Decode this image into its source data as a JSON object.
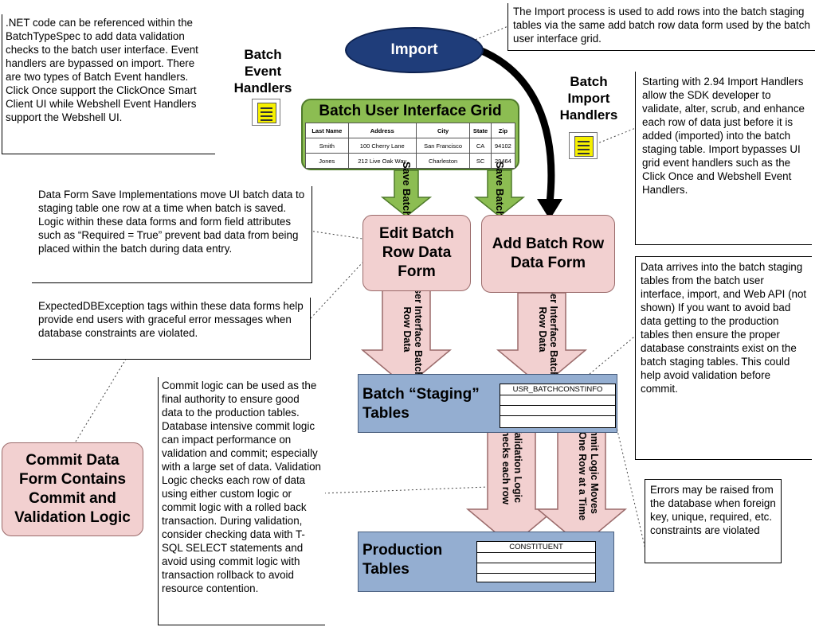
{
  "import_label": "Import",
  "grid": {
    "title": "Batch User Interface Grid",
    "columns": [
      "Last Name",
      "Address",
      "City",
      "State",
      "Zip"
    ],
    "rows": [
      [
        "Smith",
        "100 Cherry Lane",
        "San Francisco",
        "CA",
        "94102"
      ],
      [
        "Jones",
        "212 Live Oak Way",
        "Charleston",
        "SC",
        "29464"
      ]
    ]
  },
  "labels": {
    "batch_event_handlers": "Batch Event Handlers",
    "batch_import_handlers": "Batch Import Handlers",
    "save_batch_1": "Save Batch",
    "save_batch_2": "Save Batch",
    "ui_batch_row_data_1": "User Interface Batch Row Data",
    "ui_batch_row_data_2": "User Interface Batch Row Data",
    "validation_logic": "Validation Logic checks each row",
    "commit_logic": "Commit Logic Moves Data One Row at a Time"
  },
  "boxes": {
    "edit_form": "Edit Batch Row Data Form",
    "add_form": "Add Batch Row Data Form",
    "commit_form": "Commit Data Form Contains Commit and Validation Logic",
    "staging_label": "Batch “Staging” Tables",
    "staging_table": "USR_BATCHCONSTINFO",
    "production_label": "Production Tables",
    "production_table": "CONSTITUENT"
  },
  "notes": {
    "net_code": ".NET code can be referenced within the BatchTypeSpec to add data validation checks to the batch user interface. Event handlers are bypassed on import.  There are two types of Batch Event handlers.  Click Once  support the  ClickOnce Smart Client UI while Webshell Event Handlers support the Webshell UI.",
    "import_process": "The Import process is used to add rows into the batch staging tables via the same add batch row data form used by the batch user interface grid.",
    "import_handlers": "Starting with 2.94 Import Handlers allow the SDK developer to validate, alter, scrub, and enhance each row of data just before it is added (imported) into the batch staging table.  Import bypasses UI grid event handlers such as the Click Once and Webshell Event Handlers.",
    "data_form_save": "Data Form Save Implementations move UI batch data to staging table one row at a time when batch is saved.  Logic within these data forms and form field attributes such as “Required = True” prevent bad data from being placed within the batch during data entry.",
    "expected_db": "ExpectedDBException tags within these data forms help provide end users with graceful error messages when database constraints are violated.",
    "data_arrives": "Data arrives into the batch staging tables from the batch user interface, import, and Web API (not shown)  If you want to avoid bad data getting to the production tables then ensure the proper database constraints exist on the batch staging tables.  This could help avoid validation before commit.",
    "commit_logic": "Commit logic can be used as the final authority to ensure good data to the production tables. Database intensive commit logic can impact performance on validation and commit; especially with a large set of data. Validation Logic checks each row of data using either custom logic or commit logic with a rolled back transaction.  During validation, consider checking data with T-SQL SELECT statements and avoid using commit logic with transaction rollback to avoid resource contention.",
    "errors": "Errors may be raised from the database when foreign key, unique, required, etc. constraints are violated"
  },
  "colors": {
    "pink_fill": "#f2d0d0",
    "green_fill": "#8cbd52",
    "blue_fill": "#94aed1",
    "navy_oval": "#1f3d7a"
  },
  "icons": [
    "scroll-icon"
  ]
}
